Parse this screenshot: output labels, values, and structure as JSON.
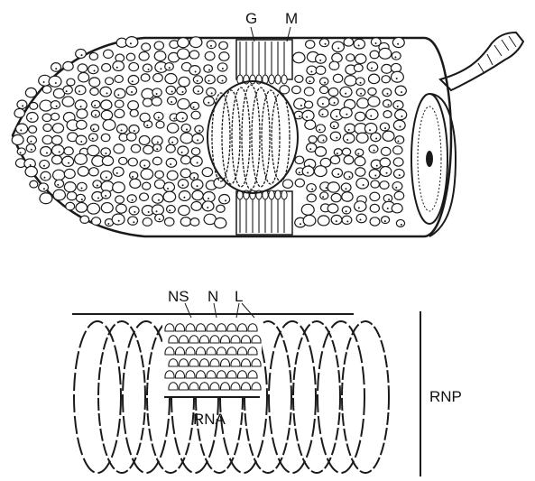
{
  "labels": {
    "top": {
      "g": "G",
      "m": "M"
    },
    "bottom": {
      "ns": "NS",
      "n": "N",
      "l": "L",
      "rna": "RNA",
      "rnp": "RNP"
    }
  },
  "colors": {
    "ink": "#1a1a1a",
    "paper": "#ffffff"
  }
}
